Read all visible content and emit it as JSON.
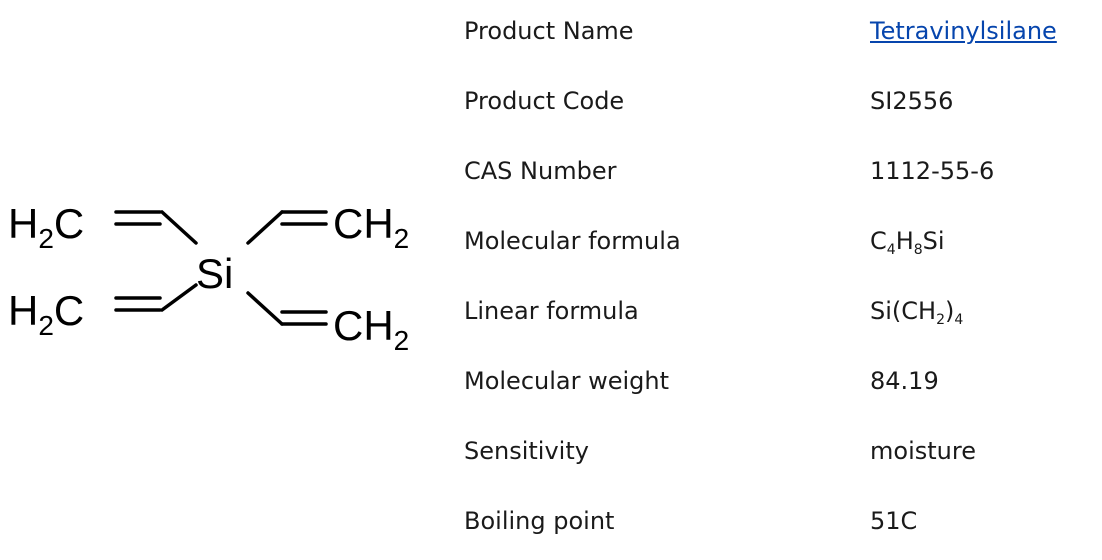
{
  "structure": {
    "top_left": {
      "h": "H",
      "sub": "2",
      "c": "C"
    },
    "bottom_left": {
      "h": "H",
      "sub": "2",
      "c": "C"
    },
    "top_right": {
      "c": "CH",
      "sub": "2"
    },
    "bottom_right": {
      "c": "CH",
      "sub": "2"
    },
    "center": "Si"
  },
  "properties": {
    "product_name": {
      "label": "Product Name",
      "value": "Tetravinylsilane"
    },
    "product_code": {
      "label": "Product Code",
      "value": "SI2556"
    },
    "cas_number": {
      "label": "CAS Number",
      "value": "1112-55-6"
    },
    "molecular_formula": {
      "label": "Molecular formula",
      "parts": {
        "a": "C",
        "a_sub": "4",
        "b": "H",
        "b_sub": "8",
        "c": "Si"
      }
    },
    "linear_formula": {
      "label": "Linear formula",
      "parts": {
        "a": "Si(CH",
        "a_sub": "2",
        "b": ")",
        "b_sub": "4"
      }
    },
    "molecular_weight": {
      "label": "Molecular weight",
      "value": "84.19"
    },
    "sensitivity": {
      "label": "Sensitivity",
      "value": "moisture"
    },
    "boiling_point": {
      "label": "Boiling point",
      "value": "51C"
    }
  }
}
